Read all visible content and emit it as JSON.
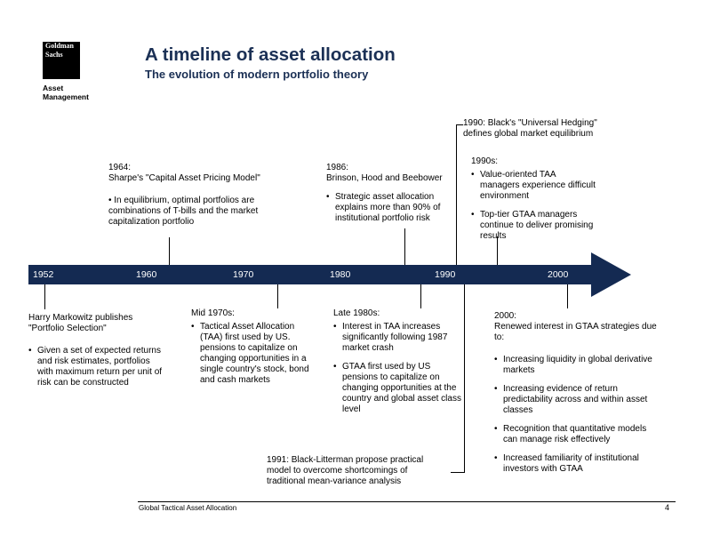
{
  "slide": {
    "logo": {
      "brand_line1": "Goldman",
      "brand_line2": "Sachs",
      "division_line1": "Asset",
      "division_line2": "Management"
    },
    "title": "A timeline of asset allocation",
    "subtitle": "The evolution of modern portfolio theory",
    "footer": {
      "left_label": "Global Tactical Asset Allocation",
      "page_number": "4"
    },
    "colors": {
      "navy_text": "#1B3055",
      "navy_bar": "#142A52",
      "background": "#FFFFFF"
    }
  },
  "timeline": {
    "years": [
      "1952",
      "1960",
      "1970",
      "1980",
      "1990",
      "2000"
    ]
  },
  "events": {
    "black1990": {
      "text": "1990:  Black's \"Universal Hedging\" defines global market equilibrium"
    },
    "sharpe1964": {
      "label": "1964:",
      "name": "Sharpe's \"Capital Asset Pricing Model\"",
      "bullet1": "In equilibrium, optimal portfolios are combinations of T-bills and the market capitalization portfolio"
    },
    "brinson1986": {
      "label": "1986:",
      "name": "Brinson, Hood and Beebower",
      "bullet1": "Strategic asset allocation explains more than 90% of institutional portfolio risk"
    },
    "nineties1990s": {
      "label": "1990s:",
      "bullet1": "Value-oriented TAA managers experience difficult environment",
      "bullet2": "Top-tier GTAA managers continue to deliver promising results"
    },
    "markowitz1952": {
      "name": "Harry Markowitz publishes \"Portfolio Selection\"",
      "bullet1": "Given a set of expected returns and risk estimates, portfolios with maximum return per unit of risk can be constructed"
    },
    "mid1970s": {
      "label": "Mid 1970s:",
      "bullet1": "Tactical Asset Allocation (TAA) first used by US. pensions to capitalize on changing opportunities in a single country's stock, bond and cash markets"
    },
    "late1980s": {
      "label": "Late 1980s:",
      "bullet1": "Interest in TAA increases significantly following 1987 market crash",
      "bullet2": "GTAA first used by US pensions to capitalize on changing opportunities at the country and global asset class level"
    },
    "year2000": {
      "label": "2000:",
      "name": "Renewed interest in GTAA strategies due to:",
      "bullet1": "Increasing liquidity in global derivative markets",
      "bullet2": "Increasing evidence of return predictability across and within asset classes",
      "bullet3": "Recognition that quantitative models can manage risk effectively",
      "bullet4": "Increased familiarity of institutional investors with GTAA"
    },
    "blackLitterman1991": {
      "text": "1991:  Black-Litterman propose practical model to overcome shortcomings of traditional mean-variance analysis"
    }
  }
}
